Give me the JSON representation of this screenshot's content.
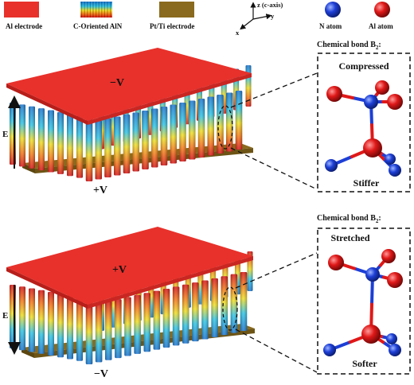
{
  "legend": {
    "al_electrode": "Al electrode",
    "aln": "C-Oriented AlN",
    "pt_ti": "Pt/Ti electrode",
    "n_atom": "N atom",
    "al_atom": "Al atom"
  },
  "axes": {
    "z": "z (c-axis)",
    "y": "y",
    "x": "x"
  },
  "colors": {
    "al_electrode": "#e8312b",
    "pt_ti": "#8a6a1e",
    "n_atom": "#1d3fd6",
    "al_atom": "#e01818",
    "bond_blue": "#1d3fd6",
    "bond_red": "#e01818"
  },
  "top_panel": {
    "top_label": "−V",
    "bottom_label": "+V",
    "field_label": "E",
    "field_direction": "up",
    "bond_title": "Chemical bond B",
    "bond_sub": "2",
    "bond_colon": ":",
    "state": "Compressed",
    "stiffness": "Stiffer"
  },
  "bottom_panel": {
    "top_label": "+V",
    "bottom_label": "−V",
    "field_label": "E",
    "field_direction": "down",
    "bond_title": "Chemical bond B",
    "bond_sub": "2",
    "bond_colon": ":",
    "state": "Stretched",
    "stiffness": "Softer"
  }
}
